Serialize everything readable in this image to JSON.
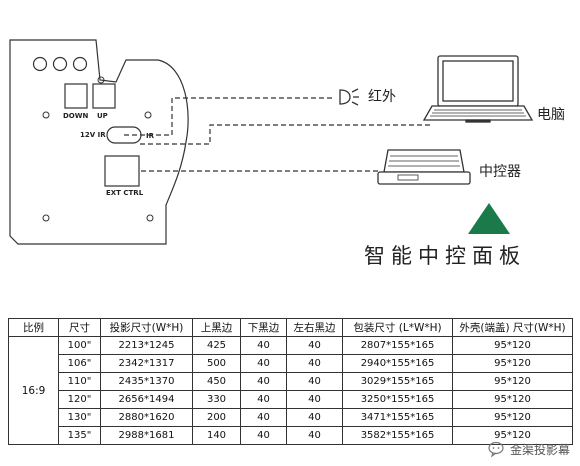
{
  "panel": {
    "labels": {
      "down": "DOWN",
      "up": "UP",
      "ir_12v": "12V IR",
      "ir": "IR",
      "ext_ctrl": "EXT CTRL"
    }
  },
  "devices": {
    "infrared": "红外",
    "computer": "电脑",
    "controller": "中控器"
  },
  "caption": "智能中控面板",
  "colors": {
    "accent": "#1a7a4a"
  },
  "table": {
    "headers": [
      "比例",
      "尺寸",
      "投影尺寸(W*H)",
      "上黑边",
      "下黑边",
      "左右黑边",
      "包装尺寸 (L*W*H)",
      "外壳(端盖) 尺寸(W*H)"
    ],
    "ratio": "16:9",
    "rows": [
      [
        "100\"",
        "2213*1245",
        "425",
        "40",
        "40",
        "2807*155*165",
        "95*120"
      ],
      [
        "106\"",
        "2342*1317",
        "500",
        "40",
        "40",
        "2940*155*165",
        "95*120"
      ],
      [
        "110\"",
        "2435*1370",
        "450",
        "40",
        "40",
        "3029*155*165",
        "95*120"
      ],
      [
        "120\"",
        "2656*1494",
        "330",
        "40",
        "40",
        "3250*155*165",
        "95*120"
      ],
      [
        "130\"",
        "2880*1620",
        "200",
        "40",
        "40",
        "3471*155*165",
        "95*120"
      ],
      [
        "135\"",
        "2988*1681",
        "140",
        "40",
        "40",
        "3582*155*165",
        "95*120"
      ]
    ]
  },
  "watermark": "金渠投影幕"
}
